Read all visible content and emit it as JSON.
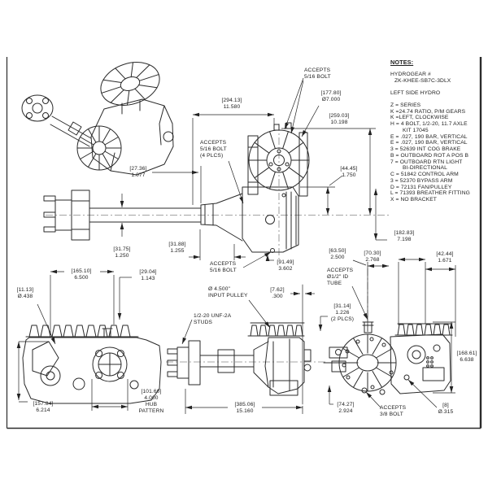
{
  "notes": {
    "heading": "NOTES:",
    "part_label": "HYDROGEAR #",
    "part_number": "ZK-KHEE-SB7C-3DLX",
    "side": "LEFT SIDE HYDRO",
    "code_lines": [
      "Z = SERIES",
      "K =24.74 RATIO, P/M GEARS",
      "K =LEFT, CLOCKWISE",
      "H = 4 BOLT, 1/2-20, 11.7 AXLE",
      "KIT 17045",
      "E = .027, 190 BAR, VERTICAL",
      "E = .027, 190 BAR, VERTICAL",
      "3 = 52639 INT COG BRAKE",
      "B = OUTBOARD ROT A POS B",
      "7 = OUTBOARD RTN LIGHT",
      "BI-DIRECTIONAL",
      "C = 51842 CONTROL ARM",
      "3 = 52370 BYPASS ARM",
      "D = 72131 FAN/PULLEY",
      "L = 71393 BREATHER FITTING",
      "X = NO BRACKET"
    ]
  },
  "dims": {
    "d294": {
      "mm": "[294.13]",
      "in": "11.580"
    },
    "d177": {
      "mm": "[177.80]",
      "in": "Ø7.000"
    },
    "d259": {
      "mm": "[259.03]",
      "in": "10.198"
    },
    "d27": {
      "mm": "[27.36]",
      "in": "1.077"
    },
    "d44": {
      "mm": "[44.45]",
      "in": "1.750"
    },
    "d3175": {
      "mm": "[31.75]",
      "in": "1.250"
    },
    "d3188": {
      "mm": "[31.88]",
      "in": "1.255"
    },
    "d91": {
      "mm": "[91.49]",
      "in": "3.602"
    },
    "d182": {
      "mm": "[182.83]",
      "in": "7.198"
    },
    "d63": {
      "mm": "[63.50]",
      "in": "2.500"
    },
    "d70": {
      "mm": "[70.30]",
      "in": "2.768"
    },
    "d42": {
      "mm": "[42.44]",
      "in": "1.671"
    },
    "d762": {
      "mm": "[7.62]",
      "in": ".300"
    },
    "d3114": {
      "mm": "[31.14]",
      "in": "1.226",
      "note": "(2 PLCS)"
    },
    "d165": {
      "mm": "[165.10]",
      "in": "6.500"
    },
    "d29": {
      "mm": "[29.04]",
      "in": "1.143"
    },
    "d1113": {
      "mm": "[11.13]",
      "in": "Ø.438"
    },
    "d15784": {
      "mm": "[157.84]",
      "in": "6.214"
    },
    "d10160": {
      "mm": "[101.60]",
      "in": "4.000",
      "note1": "HUB",
      "note2": "PATTERN"
    },
    "d38506": {
      "mm": "[385.06]",
      "in": "15.160"
    },
    "d7427": {
      "mm": "[74.27]",
      "in": "2.924"
    },
    "d8": {
      "mm": "[8]",
      "in": "Ø.315"
    },
    "d16861": {
      "mm": "[168.61]",
      "in": "6.638"
    }
  },
  "callouts": {
    "accepts_516_top": {
      "l1": "ACCEPTS",
      "l2": "5/16 BOLT"
    },
    "accepts_516_4plcs": {
      "l1": "ACCEPTS",
      "l2": "5/16 BOLT",
      "l3": "(4 PLCS)"
    },
    "accepts_516_bottom": {
      "l1": "ACCEPTS",
      "l2": "5/16 BOLT"
    },
    "tube": {
      "l1": "ACCEPTS",
      "l2": "Ø1/2\" ID",
      "l3": "TUBE"
    },
    "input_pulley": {
      "l1": "Ø 4.500\"",
      "l2": "INPUT PULLEY"
    },
    "studs": {
      "l1": "1/2-20 UNF-2A",
      "l2": "STUDS"
    },
    "accepts_38": {
      "l1": "ACCEPTS",
      "l2": "3/8 BOLT"
    }
  }
}
